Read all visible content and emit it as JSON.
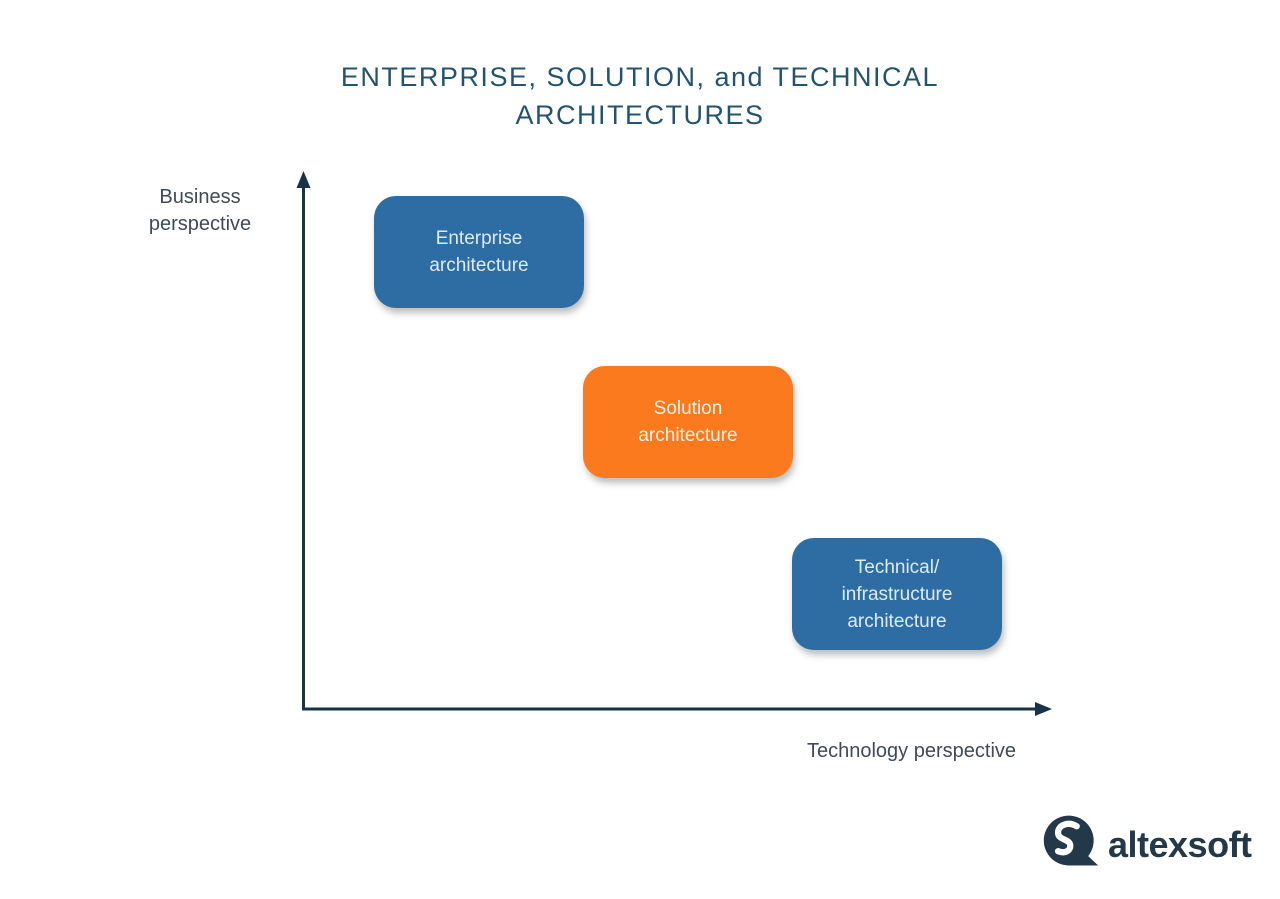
{
  "title": "ENTERPRISE, SOLUTION, and TECHNICAL\nARCHITECTURES",
  "axes": {
    "y_label": "Business\nperspective",
    "x_label": "Technology perspective"
  },
  "boxes": [
    {
      "label": "Enterprise\narchitecture",
      "color": "#2e6da3"
    },
    {
      "label": "Solution\narchitecture",
      "color": "#fb7a1d"
    },
    {
      "label": "Technical/\ninfrastructure\narchitecture",
      "color": "#2e6da3"
    }
  ],
  "logo": {
    "text": "altexsoft",
    "color": "#233849"
  },
  "colors": {
    "title": "#24536f",
    "axis_line": "#17334a",
    "axis_label": "#3e4a57",
    "box_blue": "#2e6da3",
    "box_orange": "#fb7a1d",
    "box_text_on_blue": "#dcebf7",
    "box_text_on_orange": "#fdf1e7",
    "background": "#ffffff"
  }
}
